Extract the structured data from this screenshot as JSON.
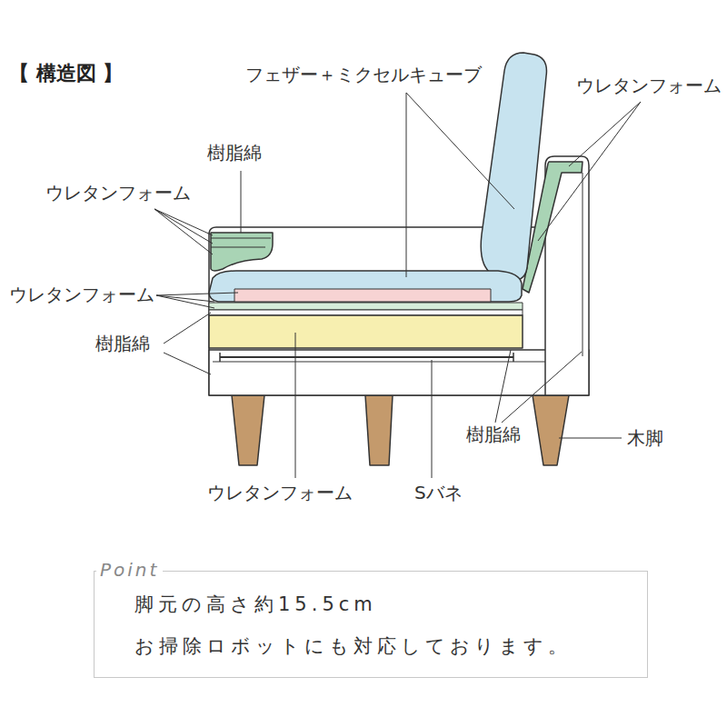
{
  "diagram": {
    "title": "【 構造図 】",
    "nodes": [
      {
        "text": [
          "Point",
          "脚元の高さ約15.5cm",
          "お掃除ロボットにも対応しております。"
        ]
      }
    ],
    "labels": [
      "フェザー＋ミクセルキューブ",
      "ウレタンフォーム",
      "樹脂綿",
      "ウレタンフォーム",
      "ウレタンフォーム",
      "樹脂綿",
      "樹脂綿",
      "木脚",
      "ウレタンフォーム",
      "Sバネ"
    ]
  }
}
